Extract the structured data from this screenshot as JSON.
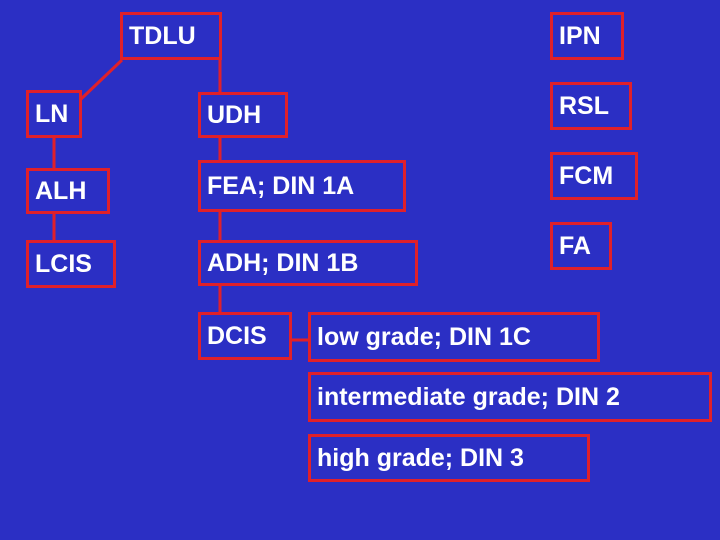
{
  "colors": {
    "background": "#2b2fc4",
    "border": "#e0202a",
    "text": "#ffffff"
  },
  "nodes": {
    "tdlu": "TDLU",
    "ln": "LN",
    "alh": "ALH",
    "lcis": "LCIS",
    "udh": "UDH",
    "fea": "FEA; DIN 1A",
    "adh": "ADH; DIN 1B",
    "dcis": "DCIS",
    "dcis_low": "low grade; DIN 1C",
    "dcis_intermediate": "intermediate grade; DIN 2",
    "dcis_high": "high grade; DIN 3",
    "ipn": "IPN",
    "rsl": "RSL",
    "fcm": "FCM",
    "fa": "FA"
  }
}
